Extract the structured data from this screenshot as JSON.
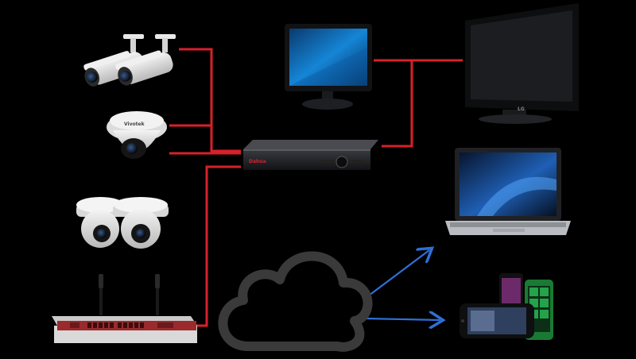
{
  "diagram": {
    "nodes": [
      {
        "id": "bullet-cameras",
        "kind": "camera",
        "icon": "bullet-camera-icon"
      },
      {
        "id": "dome-camera",
        "kind": "camera",
        "icon": "dome-camera-icon"
      },
      {
        "id": "turret-cameras",
        "kind": "camera",
        "icon": "turret-camera-icon"
      },
      {
        "id": "router",
        "kind": "network",
        "icon": "router-icon"
      },
      {
        "id": "dvr",
        "kind": "recorder",
        "icon": "dvr-icon"
      },
      {
        "id": "monitor",
        "kind": "display",
        "icon": "monitor-icon"
      },
      {
        "id": "tv",
        "kind": "display",
        "icon": "tv-icon"
      },
      {
        "id": "cloud",
        "kind": "network",
        "icon": "cloud-icon"
      },
      {
        "id": "laptop",
        "kind": "client",
        "icon": "laptop-icon"
      },
      {
        "id": "phones",
        "kind": "client",
        "icon": "smartphone-icon"
      }
    ],
    "edges": [
      {
        "from": "bullet-cameras",
        "to": "dvr",
        "style": "wired"
      },
      {
        "from": "dome-camera",
        "to": "dvr",
        "style": "wired"
      },
      {
        "from": "router",
        "to": "dvr",
        "style": "wired"
      },
      {
        "from": "dvr",
        "to": "monitor",
        "style": "wired"
      },
      {
        "from": "dvr",
        "to": "tv",
        "style": "wired"
      },
      {
        "from": "cloud",
        "to": "laptop",
        "style": "wireless-arrow"
      },
      {
        "from": "cloud",
        "to": "phones",
        "style": "wireless-arrow"
      }
    ],
    "colors": {
      "background": "#000000",
      "wired": "#d6212a",
      "wireless": "#2f6fd8",
      "cloud_stroke": "#3a3a3a",
      "device_dark": "#1e1f22",
      "device_light": "#e8e8e8",
      "screen_blue": "#0b78c8"
    },
    "brands": {
      "dome": "Vivotek",
      "dvr": "Dahua",
      "tv": "LG"
    }
  }
}
